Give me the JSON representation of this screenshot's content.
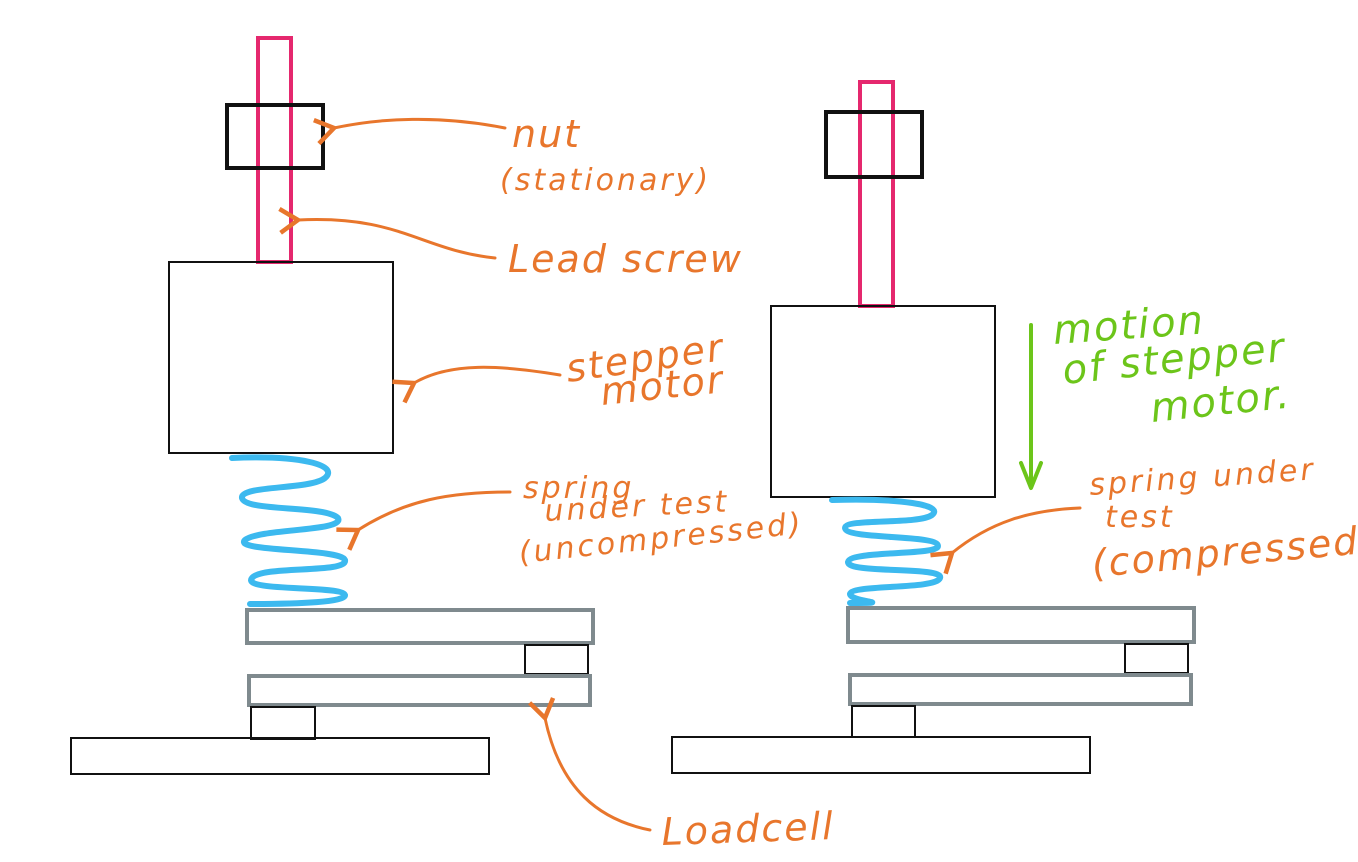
{
  "colors": {
    "lead_screw": "#e5286e",
    "spring": "#3cb9ef",
    "annotation": "#e8762c",
    "motion": "#6cc51a",
    "loadcell_plate": "#7f8a8e",
    "outline": "#111111"
  },
  "labels": {
    "nut": "nut",
    "nut_note": "(stationary)",
    "lead_screw": "Lead screw",
    "stepper_1": "stepper",
    "stepper_2": "motor",
    "spring_left_1": "spring",
    "spring_left_2": "under test",
    "spring_left_3": "(uncompressed)",
    "motion_1": "motion",
    "motion_2": "of stepper",
    "motion_3": "motor.",
    "spring_right_1": "spring under",
    "spring_right_2": "test",
    "spring_right_3": "(compressed)",
    "loadcell": "Loadcell"
  }
}
